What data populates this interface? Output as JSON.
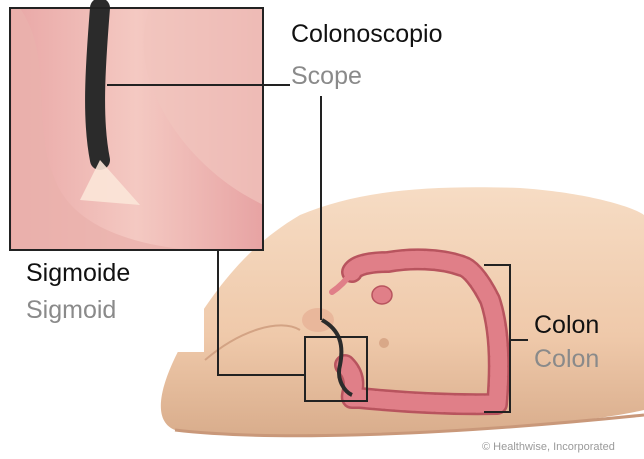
{
  "labels": {
    "scope": {
      "spanish": "Colonoscopio",
      "english": "Scope"
    },
    "sigmoid": {
      "spanish": "Sigmoide",
      "english": "Sigmoid"
    },
    "colon": {
      "spanish": "Colon",
      "english": "Colon"
    }
  },
  "credit": "© Healthwise, Incorporated",
  "colors": {
    "skin": "#f2d2b6",
    "skin_shadow": "#d9ad8c",
    "colon": "#e07f88",
    "colon_dark": "#b8545e",
    "scope": "#2b2b2b",
    "leader": "#222222",
    "spanish_text": "#111111",
    "english_text": "#8a8a8a"
  }
}
